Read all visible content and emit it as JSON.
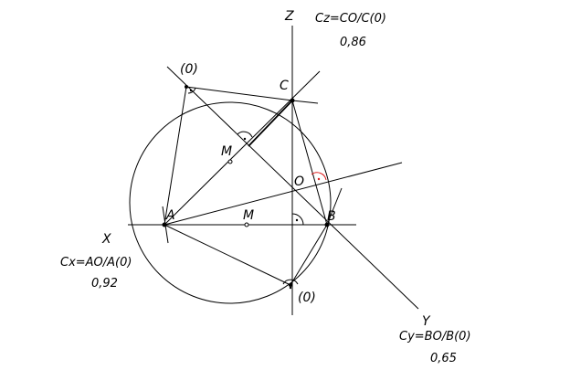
{
  "axes": {
    "x_label": "X",
    "y_label": "Y",
    "z_label": "Z"
  },
  "points": {
    "A": "A",
    "B": "B",
    "C": "C",
    "O": "O",
    "M_upper": "M",
    "M_lower": "M",
    "A0_top": "(0)",
    "B0_bottom": "(0)"
  },
  "coefficients": {
    "cz_formula": "Cz=CO/C(0)",
    "cz_value": "0,86",
    "cx_formula": "Cx=AO/A(0)",
    "cx_value": "0,92",
    "cy_formula": "Cy=BO/B(0)",
    "cy_value": "0,65"
  },
  "colors": {
    "lines": "#000000",
    "highlight_angle": "#dd2222"
  }
}
